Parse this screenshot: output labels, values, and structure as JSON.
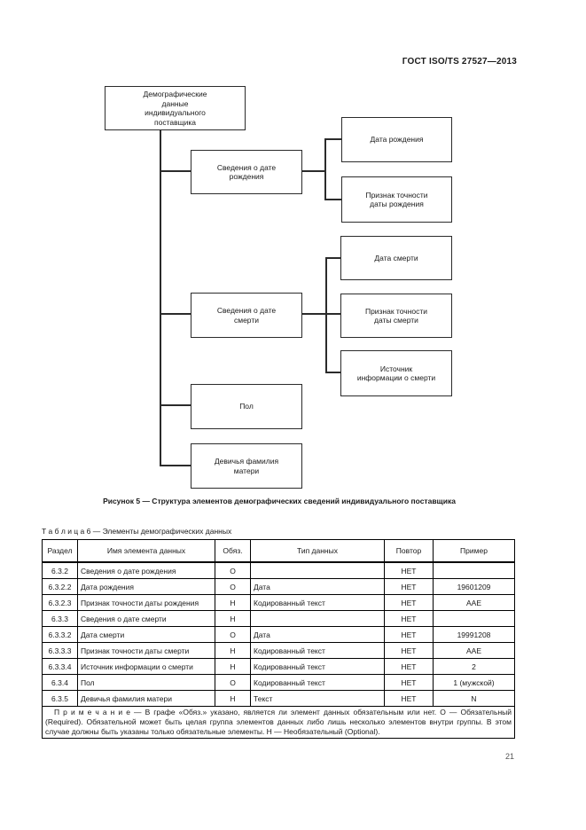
{
  "page": {
    "header": "ГОСТ ISO/TS 27527—2013",
    "page_number": "21"
  },
  "figure": {
    "caption": "Рисунок 5 — Структура элементов демографических сведений индивидуального поставщика",
    "boxes": {
      "root": "Демографические\nданные\nиндивидуального\nпоставщика",
      "birth_group": "Сведения о дате\nрождения",
      "birth_date": "Дата рождения",
      "birth_accuracy": "Признак точности\nдаты рождения",
      "death_group": "Сведения о дате\nсмерти",
      "death_date": "Дата смерти",
      "death_accuracy": "Признак точности\nдаты смерти",
      "death_source": "Источник\nинформации о смерти",
      "sex": "Пол",
      "maiden_name": "Девичья фамилия\nматери"
    }
  },
  "table": {
    "title": "Т а б л и ц а  6 — Элементы демографических данных",
    "headers": [
      "Раздел",
      "Имя элемента данных",
      "Обяз.",
      "Тип данных",
      "Повтор",
      "Пример"
    ],
    "rows": [
      [
        "6.3.2",
        "Сведения о дате рождения",
        "О",
        "",
        "НЕТ",
        ""
      ],
      [
        "6.3.2.2",
        "Дата рождения",
        "О",
        "Дата",
        "НЕТ",
        "19601209"
      ],
      [
        "6.3.2.3",
        "Признак точности даты рождения",
        "Н",
        "Кодированный текст",
        "НЕТ",
        "AAE"
      ],
      [
        "6.3.3",
        "Сведения о дате смерти",
        "Н",
        "",
        "НЕТ",
        ""
      ],
      [
        "6.3.3.2",
        "Дата смерти",
        "О",
        "Дата",
        "НЕТ",
        "19991208"
      ],
      [
        "6.3.3.3",
        "Признак точности даты смерти",
        "Н",
        "Кодированный текст",
        "НЕТ",
        "AAE"
      ],
      [
        "6.3.3.4",
        "Источник информации о смерти",
        "Н",
        "Кодированный текст",
        "НЕТ",
        "2"
      ],
      [
        "6.3.4",
        "Пол",
        "О",
        "Кодированный текст",
        "НЕТ",
        "1 (мужской)"
      ],
      [
        "6.3.5",
        "Девичья фамилия матери",
        "Н",
        "Текст",
        "НЕТ",
        "N"
      ]
    ],
    "note": "П р и м е ч а н и е — В графе «Обяз.» указано, является ли элемент данных обязательным или нет. О — Обязательный (Required). Обязательной может быть целая группа элементов данных либо лишь несколько элементов внутри группы. В этом случае должны быть указаны только обязательные элементы. Н — Необязательный (Optional)."
  }
}
